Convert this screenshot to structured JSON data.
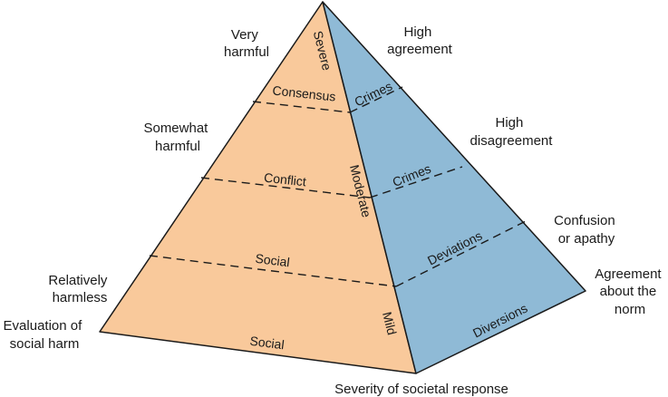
{
  "colors": {
    "left_face": "#f9c99b",
    "right_face": "#8fbad6",
    "outline": "#1a1a1a"
  },
  "left_labels": {
    "very_harmful": [
      "Very",
      "harmful"
    ],
    "somewhat_harmful": [
      "Somewhat",
      "harmful"
    ],
    "relatively_harmless": [
      "Relatively",
      "harmless"
    ],
    "evaluation": [
      "Evaluation of",
      "social harm"
    ]
  },
  "right_labels": {
    "high_agreement": [
      "High",
      "agreement"
    ],
    "high_disagreement": [
      "High",
      "disagreement"
    ],
    "confusion": [
      "Confusion",
      "or apathy"
    ],
    "agreement_norm": [
      "Agreement",
      "about the",
      "norm"
    ]
  },
  "bottom_label": "Severity of societal response",
  "left_face_labels": {
    "consensus": "Consensus",
    "conflict": "Conflict",
    "social_upper": "Social",
    "social_lower": "Social"
  },
  "ridge_labels": {
    "severe": "Severe",
    "moderate": "Moderate",
    "mild": "Mild"
  },
  "right_face_labels": {
    "crimes_top": "Crimes",
    "crimes_mid": "Crimes",
    "deviations": "Deviations",
    "diversions": "Diversions"
  }
}
